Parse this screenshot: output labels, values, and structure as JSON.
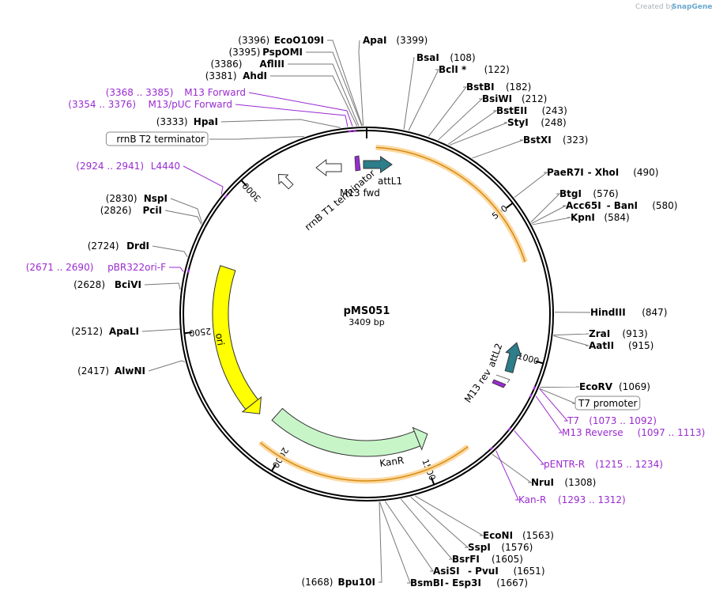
{
  "credit": {
    "created_by": "Created by",
    "brand": "SnapGene"
  },
  "plasmid": {
    "name": "pMS051",
    "length_label": "3409 bp",
    "length": 3409
  },
  "ticks": [
    {
      "bp": 500,
      "label": "500"
    },
    {
      "bp": 1000,
      "label": "1000"
    },
    {
      "bp": 1500,
      "label": "1500"
    },
    {
      "bp": 2000,
      "label": "2000"
    },
    {
      "bp": 2500,
      "label": "2500"
    },
    {
      "bp": 3000,
      "label": "3000"
    }
  ],
  "features": [
    {
      "name": "KanR",
      "start": 1450,
      "end": 2100,
      "color": "#c8f5c8"
    },
    {
      "name": "ori",
      "start": 2150,
      "end": 2730,
      "color": "#ffff00"
    },
    {
      "name": "attL1",
      "start": 3380,
      "end": 40,
      "color": "#2d7d8a"
    },
    {
      "name": "attL2",
      "start": 1010,
      "end": 1050,
      "color": "#2d7d8a"
    },
    {
      "name": "rrnB T1 terminator",
      "start": 3270,
      "end": 3350,
      "color": "#ffffff"
    },
    {
      "name": "rrnB T2 terminator",
      "start": 3225,
      "end": 3255,
      "color": "#ffffff"
    },
    {
      "name": "M13 fwd",
      "start": 3368,
      "end": 3385,
      "color": "#9a2bd0"
    },
    {
      "name": "M13 rev",
      "start": 1097,
      "end": 1113,
      "color": "#9a2bd0"
    },
    {
      "name": "T7 promoter",
      "start": 1073,
      "end": 1092,
      "color": "#ffffff"
    }
  ],
  "orfs": [
    {
      "start": 30,
      "end": 680
    },
    {
      "start": 1350,
      "end": 2080
    }
  ],
  "labels": [
    {
      "kind": "enzyme",
      "text": "EcoO109I",
      "pos": "(3396)"
    },
    {
      "kind": "enzyme",
      "text": "PspOMI",
      "pos": "(3395)"
    },
    {
      "kind": "enzyme",
      "text": "AflIII",
      "pos": "(3386)"
    },
    {
      "kind": "enzyme",
      "text": "AhdI",
      "pos": "(3381)"
    },
    {
      "kind": "primer",
      "text": "M13 Forward",
      "pos": "(3368 .. 3385)"
    },
    {
      "kind": "primer",
      "text": "M13/pUC Forward",
      "pos": "(3354 .. 3376)"
    },
    {
      "kind": "enzyme",
      "text": "HpaI",
      "pos": "(3333)"
    },
    {
      "kind": "feature",
      "text": "rrnB T2 terminator",
      "pos": ""
    },
    {
      "kind": "primer",
      "text": "L4440",
      "pos": "(2924 .. 2941)"
    },
    {
      "kind": "enzyme",
      "text": "NspI",
      "pos": "(2830)"
    },
    {
      "kind": "enzyme",
      "text": "PciI",
      "pos": "(2826)"
    },
    {
      "kind": "enzyme",
      "text": "DrdI",
      "pos": "(2724)"
    },
    {
      "kind": "primer",
      "text": "pBR322ori-F",
      "pos": "(2671 .. 2690)"
    },
    {
      "kind": "enzyme",
      "text": "BciVI",
      "pos": "(2628)"
    },
    {
      "kind": "enzyme",
      "text": "ApaLI",
      "pos": "(2512)"
    },
    {
      "kind": "enzyme",
      "text": "AlwNI",
      "pos": "(2417)"
    },
    {
      "kind": "enzyme",
      "text": "Bpu10I",
      "pos": "(1668)"
    },
    {
      "kind": "enzyme",
      "text": "ApaI",
      "pos": "(3399)"
    },
    {
      "kind": "enzyme",
      "text": "BsaI",
      "pos": "(108)"
    },
    {
      "kind": "enzyme",
      "text": "BclI *",
      "pos": "(122)"
    },
    {
      "kind": "enzyme",
      "text": "BstBI",
      "pos": "(182)"
    },
    {
      "kind": "enzyme",
      "text": "BsiWI",
      "pos": "(212)"
    },
    {
      "kind": "enzyme",
      "text": "BstEII",
      "pos": "(243)"
    },
    {
      "kind": "enzyme",
      "text": "StyI",
      "pos": "(248)"
    },
    {
      "kind": "enzyme",
      "text": "BstXI",
      "pos": "(323)"
    },
    {
      "kind": "enzyme",
      "text": "PaeR7I",
      "sep": "- XhoI",
      "pos": "(490)"
    },
    {
      "kind": "enzyme",
      "text": "BtgI",
      "pos": "(576)"
    },
    {
      "kind": "enzyme",
      "text": "Acc65I",
      "sep": "- BanI",
      "pos": "(580)"
    },
    {
      "kind": "enzyme",
      "text": "KpnI",
      "pos": "(584)"
    },
    {
      "kind": "enzyme",
      "text": "HindIII",
      "pos": "(847)"
    },
    {
      "kind": "enzyme",
      "text": "ZraI",
      "pos": "(913)"
    },
    {
      "kind": "enzyme",
      "text": "AatII",
      "pos": "(915)"
    },
    {
      "kind": "enzyme",
      "text": "EcoRV",
      "pos": "(1069)"
    },
    {
      "kind": "feature",
      "text": "T7 promoter",
      "pos": ""
    },
    {
      "kind": "primer",
      "text": "T7",
      "pos": "(1073 .. 1092)"
    },
    {
      "kind": "primer",
      "text": "M13 Reverse",
      "pos": "(1097 .. 1113)"
    },
    {
      "kind": "primer",
      "text": "pENTR-R",
      "pos": "(1215 .. 1234)"
    },
    {
      "kind": "enzyme",
      "text": "NruI",
      "pos": "(1308)"
    },
    {
      "kind": "primer",
      "text": "Kan-R",
      "pos": "(1293 .. 1312)"
    },
    {
      "kind": "enzyme",
      "text": "EcoNI",
      "pos": "(1563)"
    },
    {
      "kind": "enzyme",
      "text": "SspI",
      "pos": "(1576)"
    },
    {
      "kind": "enzyme",
      "text": "BsrFI",
      "pos": "(1605)"
    },
    {
      "kind": "enzyme",
      "text": "AsiSI",
      "sep": "- PvuI",
      "pos": "(1651)"
    },
    {
      "kind": "enzyme",
      "text": "BsmBI",
      "sep": "- Esp3I",
      "pos": "(1667)"
    }
  ]
}
